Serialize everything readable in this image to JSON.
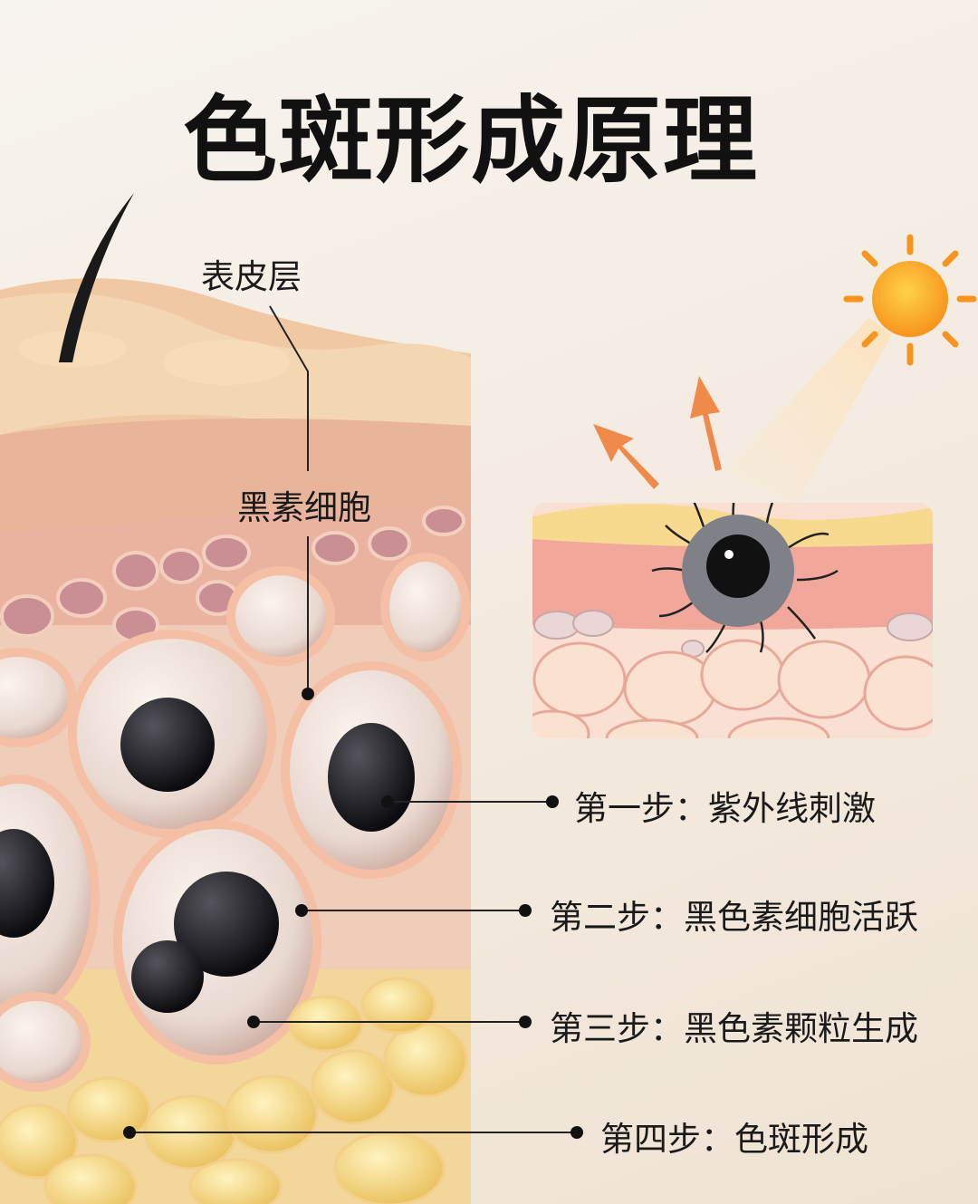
{
  "title": "色斑形成原理",
  "labels": {
    "epidermis": "表皮层",
    "melanocyte": "黑素细胞"
  },
  "steps": [
    {
      "label": "第一步：紫外线刺激"
    },
    {
      "label": "第二步：黑色素细胞活跃"
    },
    {
      "label": "第三步：黑色素颗粒生成"
    },
    {
      "label": "第四步：色斑形成"
    }
  ],
  "colors": {
    "sun": "#f7941d",
    "arrow": "#f08a4b",
    "skin": "#f2c7a6",
    "melanin": "#1b1b1f",
    "fat": "#f5d77a"
  }
}
